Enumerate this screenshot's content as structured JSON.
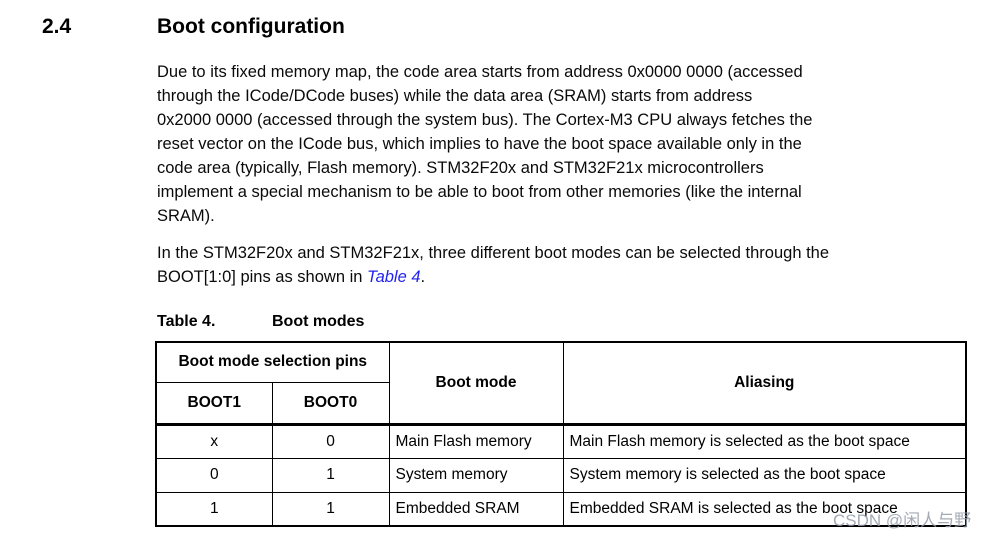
{
  "section": {
    "number": "2.4",
    "title": "Boot configuration"
  },
  "para1_lines": [
    "Due to its fixed memory map, the code area starts from address 0x0000 0000 (accessed",
    "through the ICode/DCode buses) while the data area (SRAM) starts from address",
    "0x2000 0000 (accessed through the system bus). The Cortex-M3 CPU always fetches the",
    "reset vector on the ICode bus, which implies to have the boot space available only in the",
    "code area (typically, Flash memory). STM32F20x and STM32F21x microcontrollers",
    "implement a special mechanism to be able to boot from other memories (like the internal",
    "SRAM)."
  ],
  "para2": {
    "line1": "In the STM32F20x and STM32F21x, three different boot modes can be selected through the",
    "line2_prefix": "BOOT[1:0] pins as shown in ",
    "link_text": "Table 4",
    "line2_suffix": "."
  },
  "table": {
    "caption_label": "Table 4.",
    "caption_title": "Boot modes",
    "header": {
      "group": "Boot mode selection pins",
      "sub1": "BOOT1",
      "sub2": "BOOT0",
      "col3": "Boot mode",
      "col4": "Aliasing"
    },
    "rows": [
      [
        "x",
        "0",
        "Main Flash memory",
        "Main Flash memory is selected as the boot space"
      ],
      [
        "0",
        "1",
        "System memory",
        "System memory is selected as the boot space"
      ],
      [
        "1",
        "1",
        "Embedded SRAM",
        "Embedded SRAM is selected as the boot space"
      ]
    ]
  },
  "watermark": "CSDN @闲人与野",
  "colors": {
    "link_blue": "#2222f0",
    "text_black": "#000000",
    "watermark_gray": "#949bA8"
  }
}
